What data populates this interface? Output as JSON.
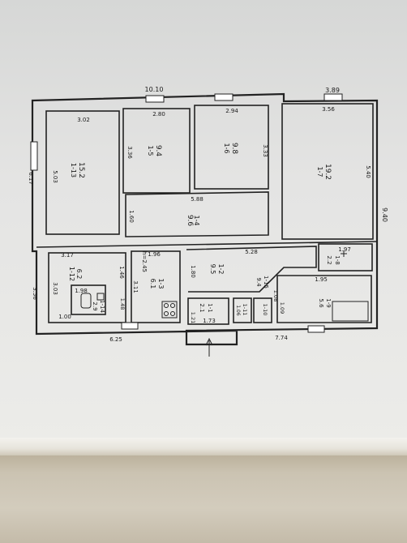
{
  "dimensions": {
    "top_left_width": "10.10",
    "top_right_width": "3.89",
    "left_height": "6.17",
    "right_height": "9.40",
    "bottom_left_height": "3.56",
    "bottom_left_width": "6.25",
    "bottom_right_width": "7.74"
  },
  "rooms": [
    {
      "id": "1-13",
      "area": "15.2",
      "w": "3.02",
      "h": "5.03"
    },
    {
      "id": "1-5",
      "area": "9.4",
      "w": "2.80",
      "h": "3.36"
    },
    {
      "id": "1-6",
      "area": "9.8",
      "w": "2.94",
      "h": "3.33"
    },
    {
      "id": "1-7",
      "area": "19.2",
      "w": "3.56",
      "h": "5.40"
    },
    {
      "id": "1-4",
      "area": "9.6",
      "w": "5.88",
      "h": "1.60"
    },
    {
      "id": "1-12",
      "area": "6.2",
      "w": "3.17",
      "h": "3.03"
    },
    {
      "id": "1-3",
      "area": "6.1",
      "w": "1.96",
      "h": "3.11"
    },
    {
      "id": "1-2",
      "area": "9.5",
      "w": "5.28",
      "h": "1.80"
    },
    {
      "id": "1-8",
      "area": "2.2",
      "w": "1.97"
    },
    {
      "id": "1-9",
      "area": "5.6",
      "w": "1.95"
    },
    {
      "id": "1-14",
      "area": "2.9",
      "w": "1.98"
    },
    {
      "id": "1-1",
      "area": "2.1",
      "w": "1.73"
    },
    {
      "id": "1-15",
      "area": "9.4"
    },
    {
      "id": "1-11",
      "area": ""
    },
    {
      "id": "1-10",
      "area": ""
    }
  ],
  "extra_labels": {
    "ceiling": "h=2.45",
    "d146": "1.46",
    "d148": "1.48",
    "d100": "1.00",
    "d121": "1.21",
    "d109": "1.09",
    "d108": "1.08",
    "d106": "1.06"
  }
}
